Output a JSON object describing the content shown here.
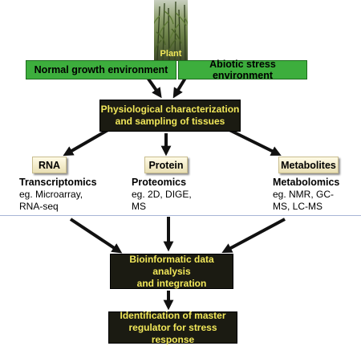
{
  "diagram": {
    "plant_label": "Plant",
    "normal_env": "Normal growth environment",
    "stress_env": "Abiotic stress environment",
    "physio_line1": "Physiological characterization",
    "physio_line2": "and sampling of tissues",
    "rna_label": "RNA",
    "protein_label": "Protein",
    "metabolites_label": "Metabolites",
    "transcriptomics_title": "Transcriptomics",
    "transcriptomics_desc": "eg. Microarray,\nRNA-seq",
    "proteomics_title": "Proteomics",
    "proteomics_desc": "eg. 2D, DIGE,\nMS",
    "metabolomics_title": "Metabolomics",
    "metabolomics_desc": "eg. NMR, GC-\nMS, LC-MS",
    "bioinfo_line1": "Bioinformatic data analysis",
    "bioinfo_line2": "and integration",
    "master_line1": "Identification of master",
    "master_line2": "regulator for stress response",
    "colors": {
      "green_box": "#3dae3d",
      "dark_box": "#1b1b12",
      "yellow_text": "#f2e85a",
      "cream_box": "#f7f0d0",
      "arrow": "#111111"
    }
  }
}
